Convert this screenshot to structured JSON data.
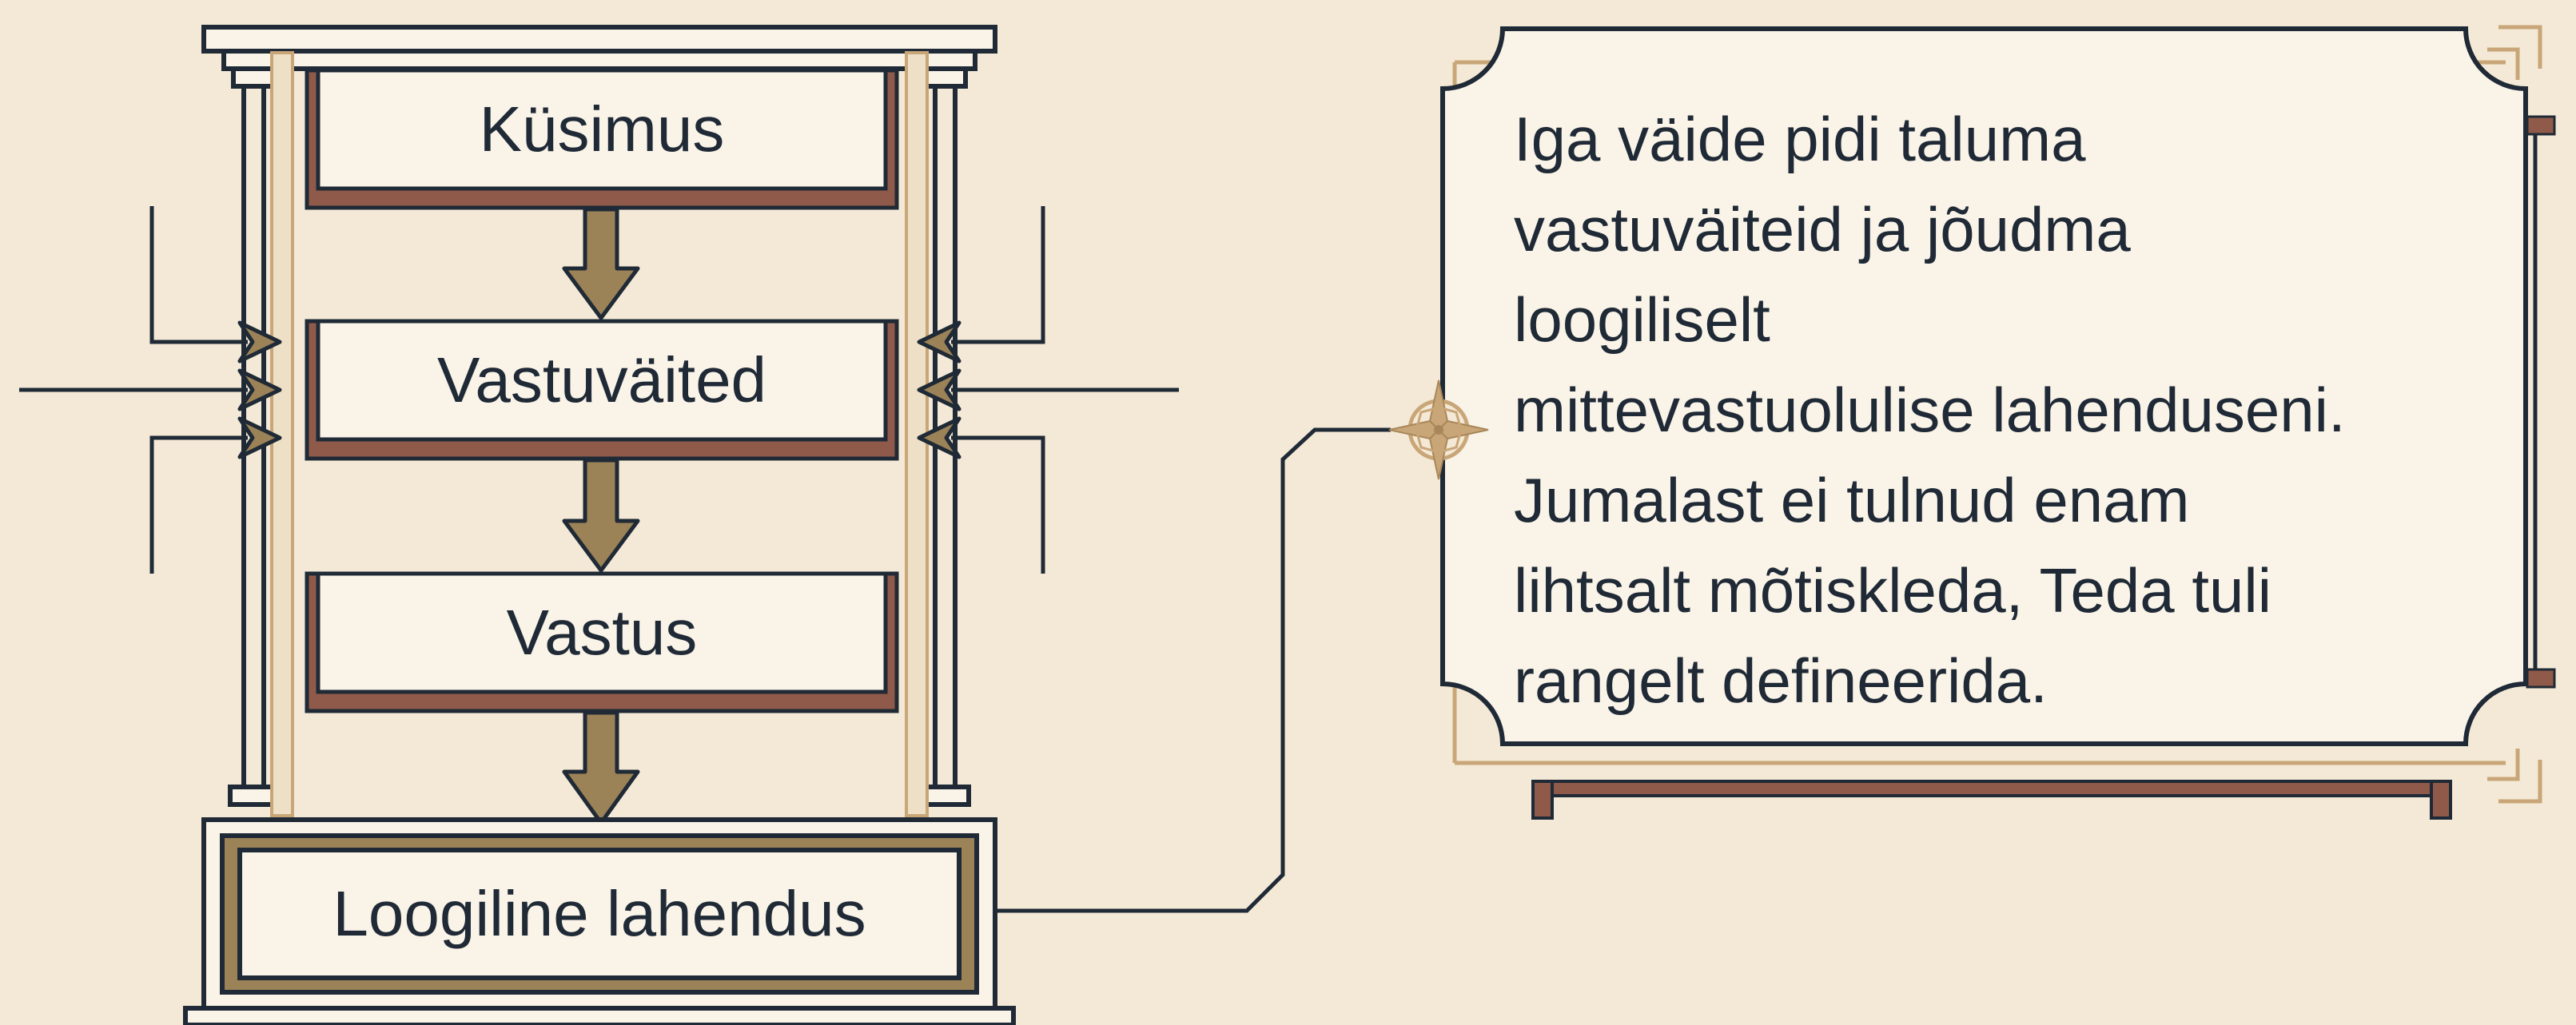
{
  "diagram": {
    "steps": {
      "question": "Küsimus",
      "objections": "Vastuväited",
      "answer": "Vastus",
      "resolution": "Loogiline lahendus"
    },
    "panel": {
      "lines": [
        "Iga väide pidi taluma",
        "vastuväiteid ja jõudma",
        "loogiliselt",
        "mittevastuolulise lahenduseni.",
        "Jumalast ei tulnud enam",
        "lihtsalt mõtiskleda, Teda tuli",
        "rangelt defineerida."
      ]
    },
    "colors": {
      "background": "#f4e9d6",
      "ink": "#1f2a36",
      "brick": "#8f5a4a",
      "gold": "#c9a678",
      "arrow": "#9b8257",
      "box_fill": "#faf3e8"
    },
    "icons": [
      "compass-rose-icon",
      "down-arrow-icon",
      "chevron-arrow-icon"
    ]
  }
}
